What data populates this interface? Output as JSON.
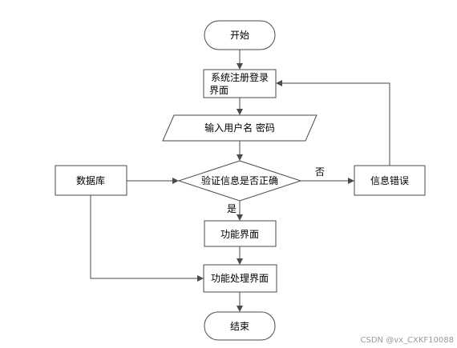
{
  "nodes": {
    "start": "开始",
    "register_login_line1": "系统注册登录",
    "register_login_line2": "界面",
    "input": "输入用户名 密码",
    "verify": "验证信息是否正确",
    "error": "信息错误",
    "database": "数据库",
    "function_ui": "功能界面",
    "function_process": "功能处理界面",
    "end": "结束"
  },
  "edge_labels": {
    "no": "否",
    "yes": "是"
  },
  "watermark": "CSDN @vx_CXKF10088",
  "colors": {
    "stroke": "#4a4a4a",
    "fill": "#ffffff"
  }
}
